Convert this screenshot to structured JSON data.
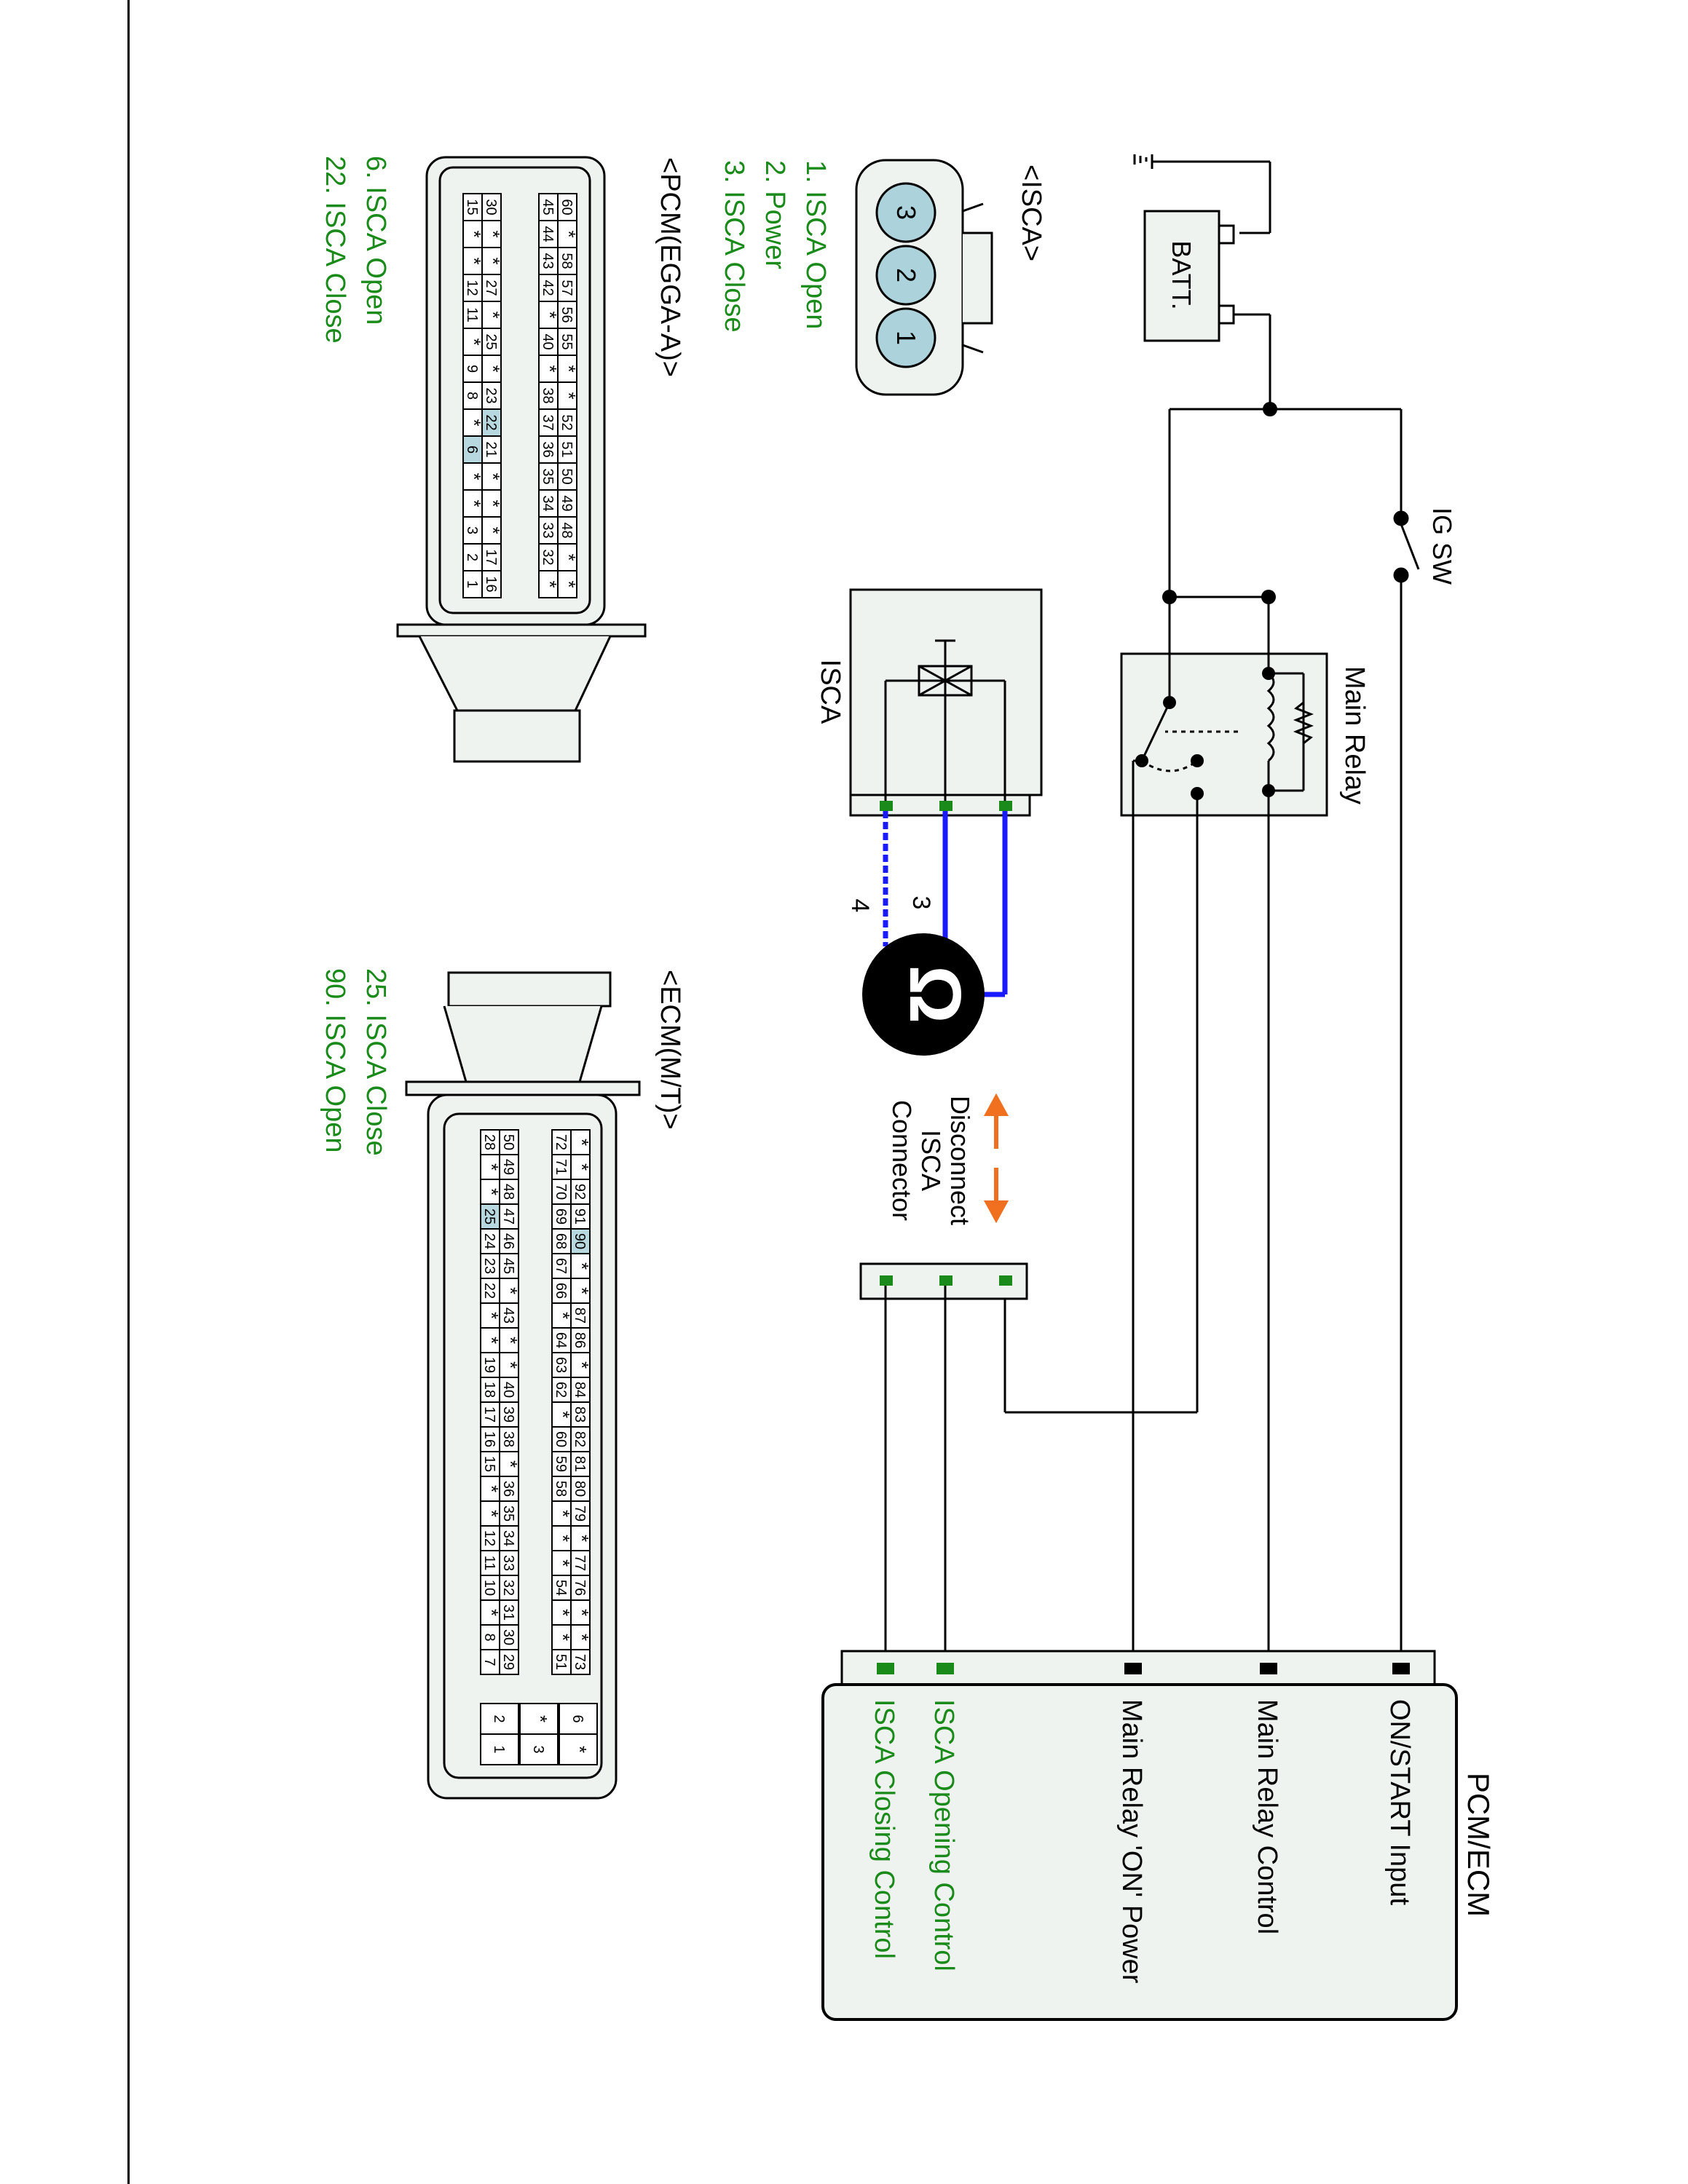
{
  "colors": {
    "wire": "#000000",
    "harness": "#1a1aff",
    "pin": "#1a8a1a",
    "green_text": "#1a8a1a",
    "connector_fill": "#eef3ef",
    "pin_fill": "#acd3dc",
    "arrow": "#f07020",
    "highlight_cell": "#b8d8e0"
  },
  "labels": {
    "batt": "BATT.",
    "ig_sw": "IG SW",
    "main_relay": "Main Relay",
    "isca_component": "ISCA",
    "disconnect_line1": "Disconnect",
    "disconnect_line2": "ISCA",
    "disconnect_line3": "Connector",
    "wire_3": "3",
    "wire_4": "4",
    "ohm_symbol": "Ω",
    "pcm_ecm_title": "PCM/ECM",
    "pins": [
      {
        "label": "ON/START Input"
      },
      {
        "label": "Main Relay Control"
      },
      {
        "label": "Main Relay 'ON' Power"
      },
      {
        "label": "ISCA Opening Control"
      },
      {
        "label": "ISCA Closing Control"
      }
    ]
  },
  "isca_connector": {
    "title": "<ISCA>",
    "pins": [
      "3",
      "2",
      "1"
    ],
    "legend": [
      "1. ISCA Open",
      "2. Power",
      "3. ISCA Close"
    ]
  },
  "pcm_connector": {
    "title": "<PCM(EGGA-A)>",
    "legend": [
      "6. ISCA Open",
      "22. ISCA Close"
    ],
    "row1": [
      "60",
      "*",
      "58",
      "57",
      "56",
      "55",
      "*",
      "*",
      "52",
      "51",
      "50",
      "49",
      "48",
      "*",
      "*"
    ],
    "row2": [
      "45",
      "44",
      "43",
      "42",
      "*",
      "40",
      "*",
      "38",
      "37",
      "36",
      "35",
      "34",
      "33",
      "32",
      "*"
    ],
    "row3": [
      "30",
      "*",
      "*",
      "27",
      "*",
      "25",
      "*",
      "23",
      "22",
      "21",
      "*",
      "*",
      "*",
      "17",
      "16"
    ],
    "row4": [
      "15",
      "*",
      "*",
      "12",
      "11",
      "*",
      "9",
      "8",
      "*",
      "6",
      "*",
      "*",
      "3",
      "2",
      "1"
    ],
    "highlight": [
      "22",
      "6"
    ]
  },
  "ecm_connector": {
    "title": "<ECM(M/T)>",
    "legend": [
      "25. ISCA Close",
      "90. ISCA Open"
    ],
    "row1": [
      "*",
      "*",
      "92",
      "91",
      "90",
      "*",
      "*",
      "87",
      "86",
      "*",
      "84",
      "83",
      "82",
      "81",
      "80",
      "79",
      "*",
      "77",
      "76",
      "*",
      "*",
      "73"
    ],
    "row2": [
      "72",
      "71",
      "70",
      "69",
      "68",
      "67",
      "66",
      "*",
      "64",
      "63",
      "62",
      "*",
      "60",
      "59",
      "58",
      "*",
      "*",
      "*",
      "54",
      "*",
      "*",
      "51"
    ],
    "row3": [
      "50",
      "49",
      "48",
      "47",
      "46",
      "45",
      "*",
      "43",
      "*",
      "*",
      "40",
      "39",
      "38",
      "*",
      "36",
      "35",
      "34",
      "33",
      "32",
      "31",
      "30",
      "29"
    ],
    "row4": [
      "28",
      "*",
      "*",
      "25",
      "24",
      "23",
      "22",
      "*",
      "*",
      "19",
      "18",
      "17",
      "16",
      "15",
      "*",
      "*",
      "12",
      "11",
      "10",
      "*",
      "8",
      "7"
    ],
    "side_row1": [
      "6",
      "*"
    ],
    "side_row2": [
      "*",
      "3"
    ],
    "side_row3": [
      "2",
      "1"
    ],
    "highlight": [
      "90",
      "25"
    ]
  }
}
